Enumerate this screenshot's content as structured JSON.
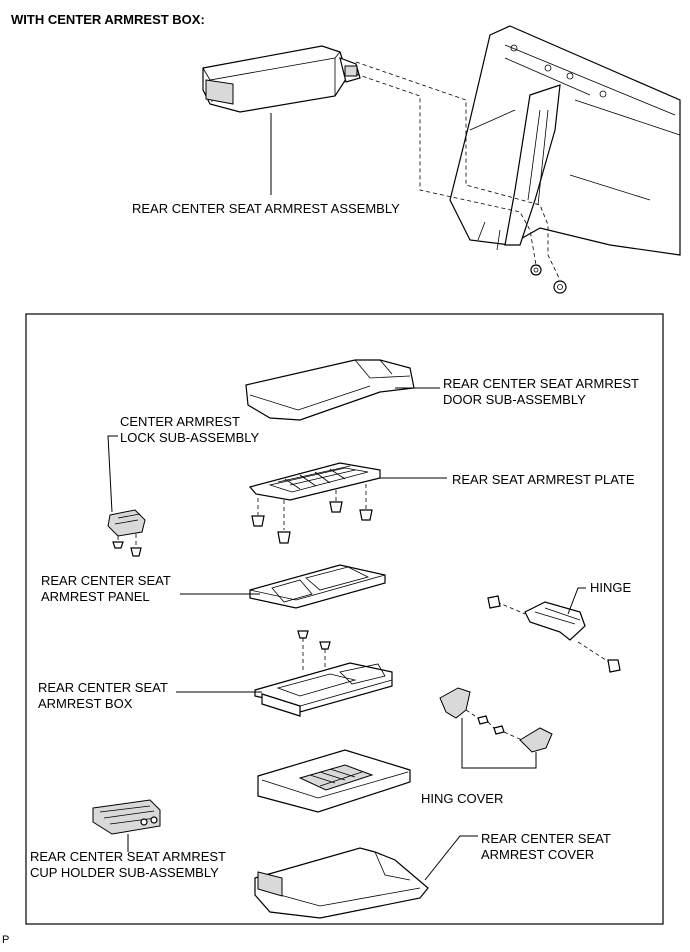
{
  "heading": "WITH CENTER ARMREST BOX:",
  "figure_code": "P",
  "labels": {
    "armrest_assembly": "REAR CENTER SEAT ARMREST ASSEMBLY",
    "door_sub_assembly": [
      "REAR CENTER SEAT ARMREST",
      "DOOR SUB-ASSEMBLY"
    ],
    "lock_sub_assembly": [
      "CENTER ARMREST",
      "LOCK SUB-ASSEMBLY"
    ],
    "armrest_plate": "REAR SEAT ARMREST PLATE",
    "armrest_panel": [
      "REAR CENTER SEAT",
      "ARMREST PANEL"
    ],
    "hinge": "HINGE",
    "armrest_box": [
      "REAR CENTER SEAT",
      "ARMREST BOX"
    ],
    "hing_cover": "HING COVER",
    "armrest_cover": [
      "REAR CENTER SEAT",
      "ARMREST COVER"
    ],
    "cup_holder": [
      "REAR CENTER SEAT ARMREST",
      "CUP HOLDER SUB-ASSEMBLY"
    ]
  }
}
